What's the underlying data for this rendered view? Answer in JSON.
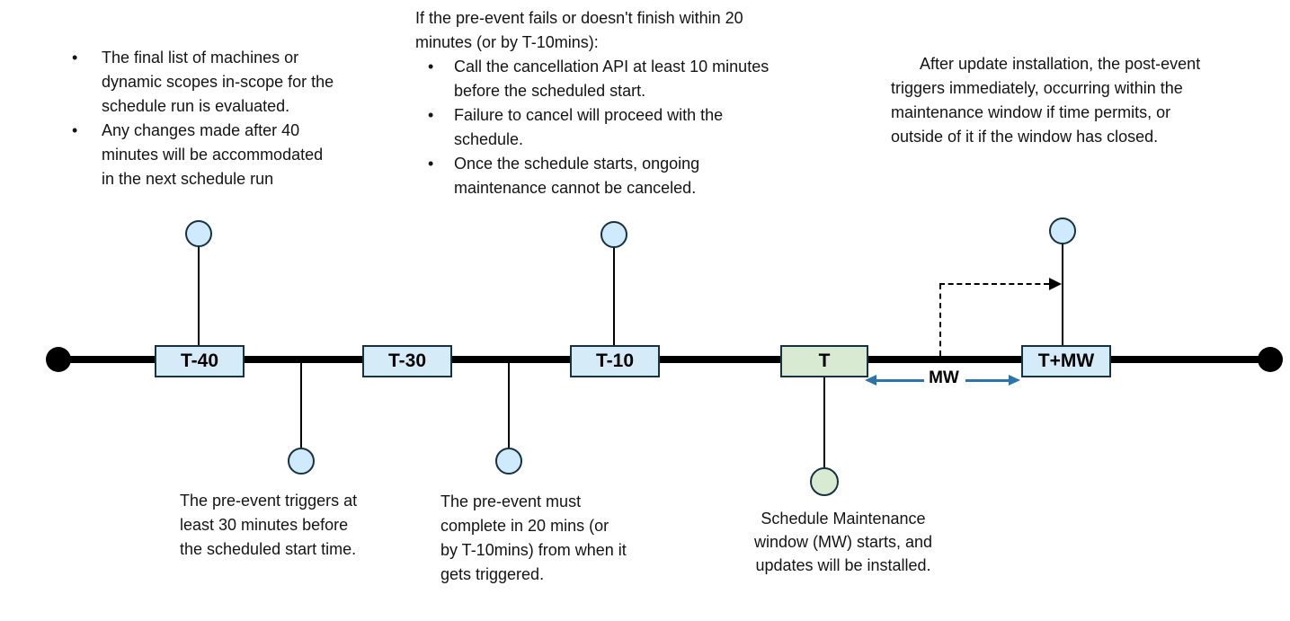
{
  "colors": {
    "box-blue-fill": "#d6ebf8",
    "circle-blue-fill": "#cfeafc",
    "box-green-fill": "#d9ead3",
    "shape-border": "#17333f",
    "arrow-blue": "#2e74a8"
  },
  "timeline": {
    "milestones": [
      {
        "label": "T-40"
      },
      {
        "label": "T-30"
      },
      {
        "label": "T-10"
      },
      {
        "label": "T"
      },
      {
        "label": "T+MW"
      }
    ],
    "mw_label": "MW"
  },
  "notes": {
    "top_left": {
      "bullets": [
        "The final list of machines or\ndynamic scopes in-scope for the\nschedule run is evaluated.",
        "Any changes made after 40\nminutes will be accommodated\nin the next schedule run"
      ]
    },
    "top_middle": {
      "intro": "If the pre-event fails or doesn't finish within 20\nminutes (or by T-10mins):",
      "bullets": [
        "Call the cancellation API at least 10 minutes\nbefore the scheduled start.",
        "Failure to cancel will proceed with the\nschedule.",
        "Once the schedule starts, ongoing\nmaintenance cannot be canceled."
      ]
    },
    "top_right": {
      "text": "After update installation, the post-event\ntriggers immediately, occurring within the\nmaintenance window if time permits, or\noutside of it if the window has closed."
    },
    "bottom_t30": {
      "text": "The pre-event triggers at\nleast 30 minutes before\nthe scheduled start time."
    },
    "bottom_t10": {
      "text": "The pre-event must\ncomplete in 20 mins (or\nby T-10mins) from when it\ngets triggered."
    },
    "bottom_t": {
      "text": "Schedule Maintenance\nwindow (MW) starts, and\nupdates will be installed."
    }
  }
}
